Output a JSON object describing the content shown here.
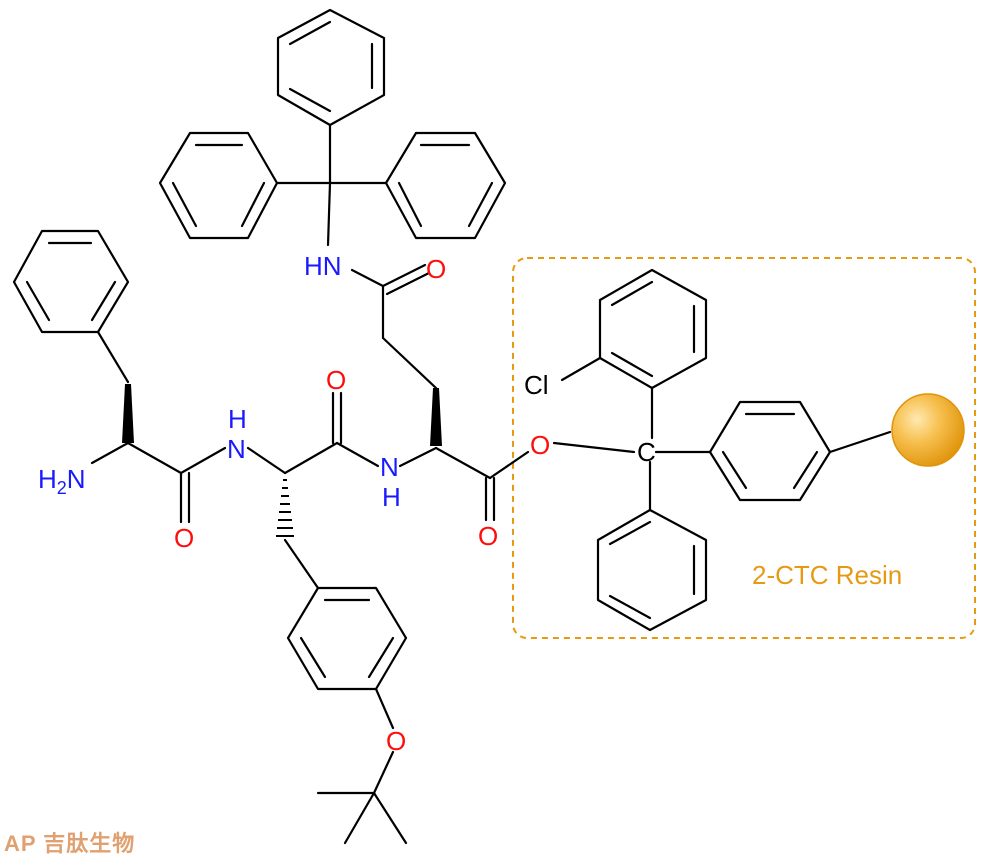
{
  "labels": {
    "amine": "H2N",
    "amide_nh_1": "H",
    "amide_n_1": "N",
    "amide_nh_2": "N",
    "amide_h_2": "H",
    "trityl_nh": "HN",
    "oxygen": "O",
    "chlorine": "Cl",
    "central_carbon": "C"
  },
  "resin_label": "2-CTC Resin",
  "watermark": "AP 吉肽生物",
  "colors": {
    "nitrogen": "#1a1aff",
    "oxygen": "#ff0d0d",
    "resin": "#e69a12",
    "bond": "#000000"
  }
}
